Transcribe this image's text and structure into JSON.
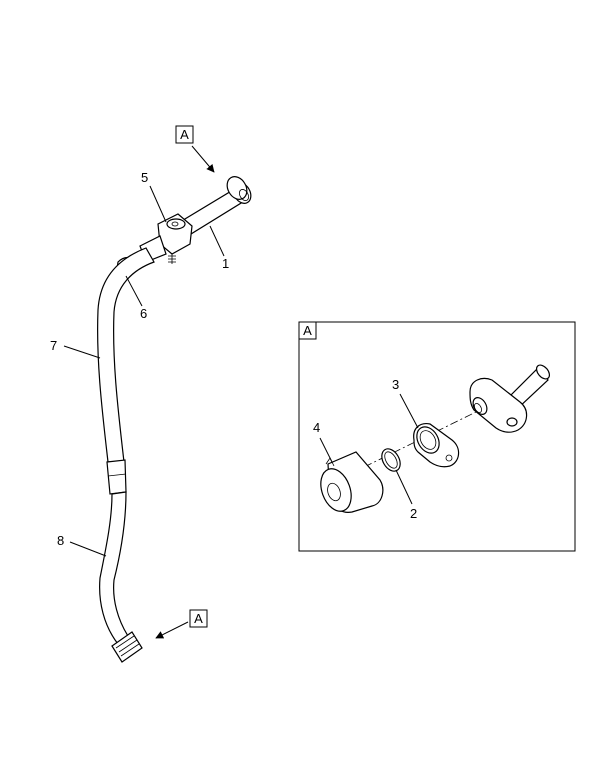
{
  "detail_ref": "A",
  "callouts": {
    "c1": "1",
    "c2": "2",
    "c3": "3",
    "c4": "4",
    "c5": "5",
    "c6": "6",
    "c7": "7",
    "c8": "8"
  }
}
